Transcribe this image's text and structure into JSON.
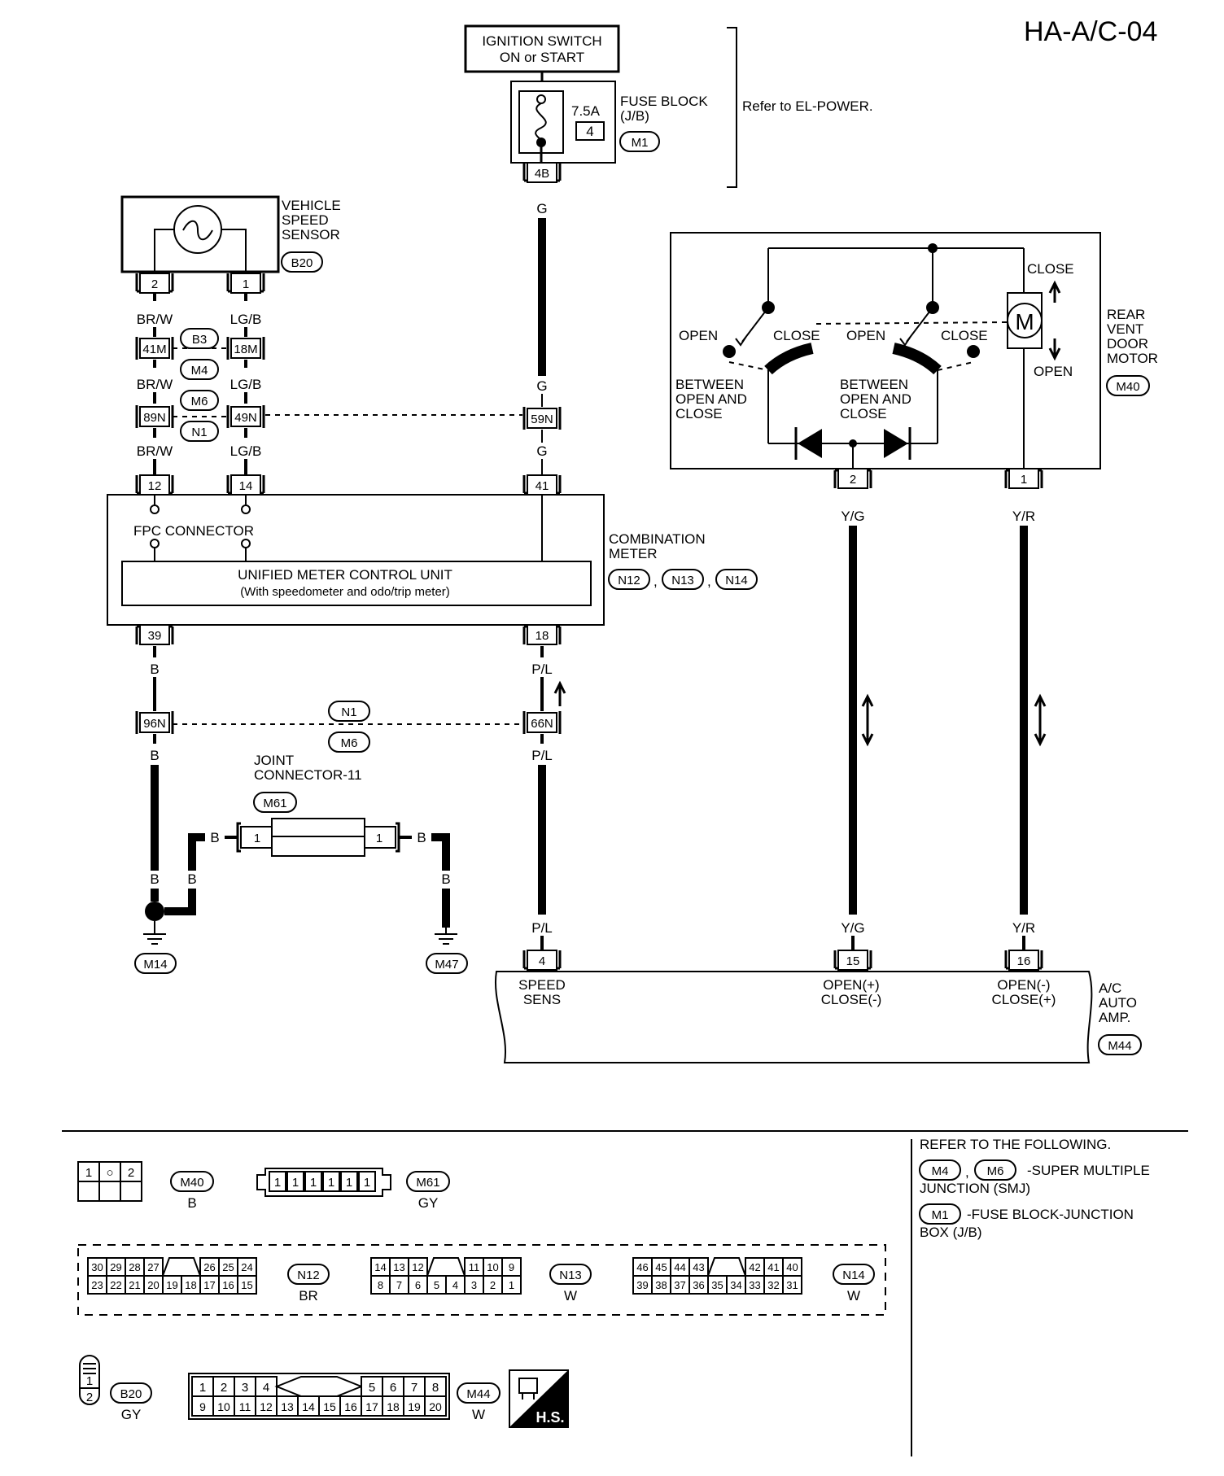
{
  "page": {
    "title": "HA-A/C-04"
  },
  "ignition": {
    "line1": "IGNITION SWITCH",
    "line2": "ON or START"
  },
  "fuse": {
    "rating": "7.5A",
    "number": "4",
    "label1": "FUSE BLOCK",
    "label2": "(J/B)",
    "conn": "M1",
    "pin": "4B"
  },
  "refer_power": "Refer to EL-POWER.",
  "vss": {
    "l1": "VEHICLE",
    "l2": "SPEED",
    "l3": "SENSOR",
    "conn": "B20",
    "pin_left": "2",
    "pin_right": "1"
  },
  "wires": {
    "g": "G",
    "brw": "BR/W",
    "lgb": "LG/B",
    "b": "B",
    "pl": "P/L",
    "yg": "Y/G",
    "yr": "Y/R"
  },
  "connectors": {
    "b3": "B3",
    "m4": "M4",
    "m6": "M6",
    "n1": "N1",
    "p41m": "41M",
    "p18m": "18M",
    "p89n": "89N",
    "p49n": "49N",
    "p59n": "59N",
    "p96n": "96N",
    "p66n": "66N"
  },
  "combo": {
    "pins": [
      "12",
      "14",
      "41",
      "39",
      "18"
    ],
    "fpc": "FPC CONNECTOR",
    "unit_l1": "UNIFIED METER CONTROL UNIT",
    "unit_l2": "(With speedometer and odo/trip meter)",
    "label1": "COMBINATION",
    "label2": "METER",
    "conns": [
      "N12",
      "N13",
      "N14"
    ]
  },
  "motor": {
    "close": "CLOSE",
    "open": "OPEN",
    "m": "M",
    "between1": "BETWEEN",
    "between2": "OPEN AND",
    "between3": "CLOSE",
    "label1": "REAR",
    "label2": "VENT",
    "label3": "DOOR",
    "label4": "MOTOR",
    "conn": "M40",
    "pin2": "2",
    "pin1": "1"
  },
  "joint": {
    "l1": "JOINT",
    "l2": "CONNECTOR-11",
    "conn": "M61",
    "pin": "1"
  },
  "grounds": {
    "g1": "M14",
    "g2": "M47"
  },
  "amp": {
    "pins": [
      "4",
      "15",
      "16"
    ],
    "speed1": "SPEED",
    "speed2": "SENS",
    "oc1a": "OPEN(+)",
    "oc1b": "CLOSE(-)",
    "oc2a": "OPEN(-)",
    "oc2b": "CLOSE(+)",
    "label1": "A/C",
    "label2": "AUTO",
    "label3": "AMP.",
    "conn": "M44"
  },
  "legend": {
    "m40": {
      "cells": [
        "1",
        "○",
        "2"
      ],
      "conn": "M40",
      "color": "B"
    },
    "m61": {
      "cells": [
        "1",
        "1",
        "1",
        "1",
        "1",
        "1"
      ],
      "conn": "M61",
      "color": "GY"
    },
    "n12": {
      "top": [
        "30",
        "29",
        "28",
        "27",
        "26",
        "25",
        "24"
      ],
      "bottom": [
        "23",
        "22",
        "21",
        "20",
        "19",
        "18",
        "17",
        "16",
        "15"
      ],
      "conn": "N12",
      "color": "BR"
    },
    "n13": {
      "top": [
        "14",
        "13",
        "12",
        "11",
        "10",
        "9"
      ],
      "bottom": [
        "8",
        "7",
        "6",
        "5",
        "4",
        "3",
        "2",
        "1"
      ],
      "conn": "N13",
      "color": "W"
    },
    "n14": {
      "top": [
        "46",
        "45",
        "44",
        "43",
        "42",
        "41",
        "40"
      ],
      "bottom": [
        "39",
        "38",
        "37",
        "36",
        "35",
        "34",
        "33",
        "32",
        "31"
      ],
      "conn": "N14",
      "color": "W"
    },
    "b20": {
      "cells": [
        "1",
        "2"
      ],
      "conn": "B20",
      "color": "GY"
    },
    "m44": {
      "top": [
        "1",
        "2",
        "3",
        "4",
        "5",
        "6",
        "7",
        "8"
      ],
      "bottom": [
        "9",
        "10",
        "11",
        "12",
        "13",
        "14",
        "15",
        "16",
        "17",
        "18",
        "19",
        "20"
      ],
      "conn": "M44",
      "color": "W"
    },
    "hs": "H.S."
  },
  "refer": {
    "head": "REFER TO THE FOLLOWING.",
    "c1": "M4",
    "c2": "M6",
    "smj1": "-SUPER MULTIPLE",
    "smj2": "JUNCTION (SMJ)",
    "c3": "M1",
    "jb1": "-FUSE BLOCK-JUNCTION",
    "jb2": "BOX (J/B)"
  }
}
